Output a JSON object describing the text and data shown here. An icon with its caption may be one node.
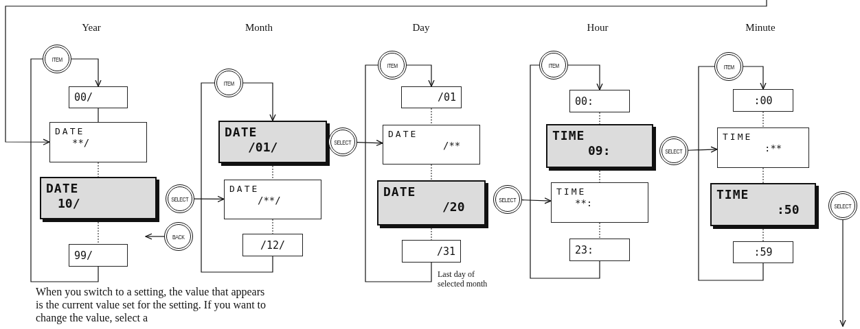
{
  "diagram": {
    "nodes": [
      {
        "text": [
          "ITEM"
        ]
      },
      {
        "text": [
          "00/"
        ]
      },
      {
        "text": [
          "DATE",
          "**/"
        ]
      },
      {
        "text": [
          "DATE",
          "10/"
        ]
      },
      {
        "text": [
          "99/"
        ]
      },
      {
        "text": [
          "SELECT"
        ]
      },
      {
        "text": [
          "BACK"
        ]
      },
      {
        "text": [
          "ITEM"
        ]
      },
      {
        "text": [
          "DATE",
          "/01/"
        ]
      },
      {
        "text": [
          "DATE",
          "/**/"
        ]
      },
      {
        "text": [
          "/12/"
        ]
      },
      {
        "text": [
          "SELECT"
        ]
      },
      {
        "text": [
          "ITEM"
        ]
      },
      {
        "text": [
          "/01"
        ]
      },
      {
        "text": [
          "DATE",
          "/**"
        ]
      },
      {
        "text": [
          "DATE",
          "/20"
        ]
      },
      {
        "text": [
          "/31"
        ],
        "beside": [
          "Last day of selected month"
        ]
      },
      {
        "text": [
          "SELECT"
        ]
      },
      {
        "text": [
          "ITEM"
        ]
      },
      {
        "text": [
          "00:"
        ]
      },
      {
        "text": [
          "TIME",
          "09:"
        ]
      },
      {
        "text": [
          "TIME",
          "**:"
        ]
      },
      {
        "text": [
          "23:"
        ]
      },
      {
        "text": [
          "SELECT"
        ]
      },
      {
        "text": [
          "ITEM"
        ]
      },
      {
        "text": [
          ":00"
        ]
      },
      {
        "text": [
          "TIME",
          ":**"
        ]
      },
      {
        "text": [
          "TIME",
          ":50"
        ]
      },
      {
        "text": [
          ":59"
        ]
      },
      {
        "text": [
          "SELECT"
        ]
      }
    ],
    "edges": [
      {
        "from": null,
        "to": 2,
        "arrow": "to"
      },
      {
        "from": 0,
        "to": 1,
        "arrow": "to"
      },
      {
        "from": 1,
        "to": 2,
        "arrow": "none"
      },
      {
        "from": 2,
        "to": 3,
        "arrow": "none",
        "style": "dashed"
      },
      {
        "from": 3,
        "to": 4,
        "arrow": "none",
        "style": "dashed"
      },
      {
        "from": 4,
        "to": 0,
        "arrow": "none"
      },
      {
        "from": 5,
        "to": 9,
        "arrow": "to"
      },
      {
        "from": 6,
        "to": null,
        "arrow": "to"
      },
      {
        "from": 7,
        "to": 8,
        "arrow": "to"
      },
      {
        "from": 8,
        "to": 9,
        "arrow": "none",
        "style": "dashed"
      },
      {
        "from": 9,
        "to": 10,
        "arrow": "none",
        "style": "dashed"
      },
      {
        "from": 10,
        "to": 7,
        "arrow": "none"
      },
      {
        "from": 11,
        "to": 14,
        "arrow": "to"
      },
      {
        "from": 12,
        "to": 13,
        "arrow": "to"
      },
      {
        "from": 13,
        "to": 14,
        "arrow": "none",
        "style": "dashed"
      },
      {
        "from": 14,
        "to": 15,
        "arrow": "none",
        "style": "dashed"
      },
      {
        "from": 15,
        "to": 16,
        "arrow": "none",
        "style": "dashed"
      },
      {
        "from": 16,
        "to": 12,
        "arrow": "none"
      },
      {
        "from": 17,
        "to": 21,
        "arrow": "to"
      },
      {
        "from": 18,
        "to": 19,
        "arrow": "to"
      },
      {
        "from": 19,
        "to": 20,
        "arrow": "none",
        "style": "dashed"
      },
      {
        "from": 20,
        "to": 21,
        "arrow": "none",
        "style": "dashed"
      },
      {
        "from": 21,
        "to": 22,
        "arrow": "none",
        "style": "dashed"
      },
      {
        "from": 22,
        "to": 18,
        "arrow": "none"
      },
      {
        "from": 23,
        "to": 26,
        "arrow": "to"
      },
      {
        "from": 24,
        "to": 25,
        "arrow": "to"
      },
      {
        "from": 25,
        "to": 26,
        "arrow": "none",
        "style": "dashed"
      },
      {
        "from": 26,
        "to": 27,
        "arrow": "none",
        "style": "dashed"
      },
      {
        "from": 27,
        "to": 28,
        "arrow": "none",
        "style": "dashed"
      },
      {
        "from": 28,
        "to": 24,
        "arrow": "none"
      },
      {
        "from": 29,
        "to": null,
        "arrow": "to"
      }
    ],
    "labels": [
      "Year",
      "Month",
      "Day",
      "Hour",
      "Minute",
      "When you switch to a setting, the value that appears is the current value set for the setting. If you want to change the value, select a"
    ]
  }
}
